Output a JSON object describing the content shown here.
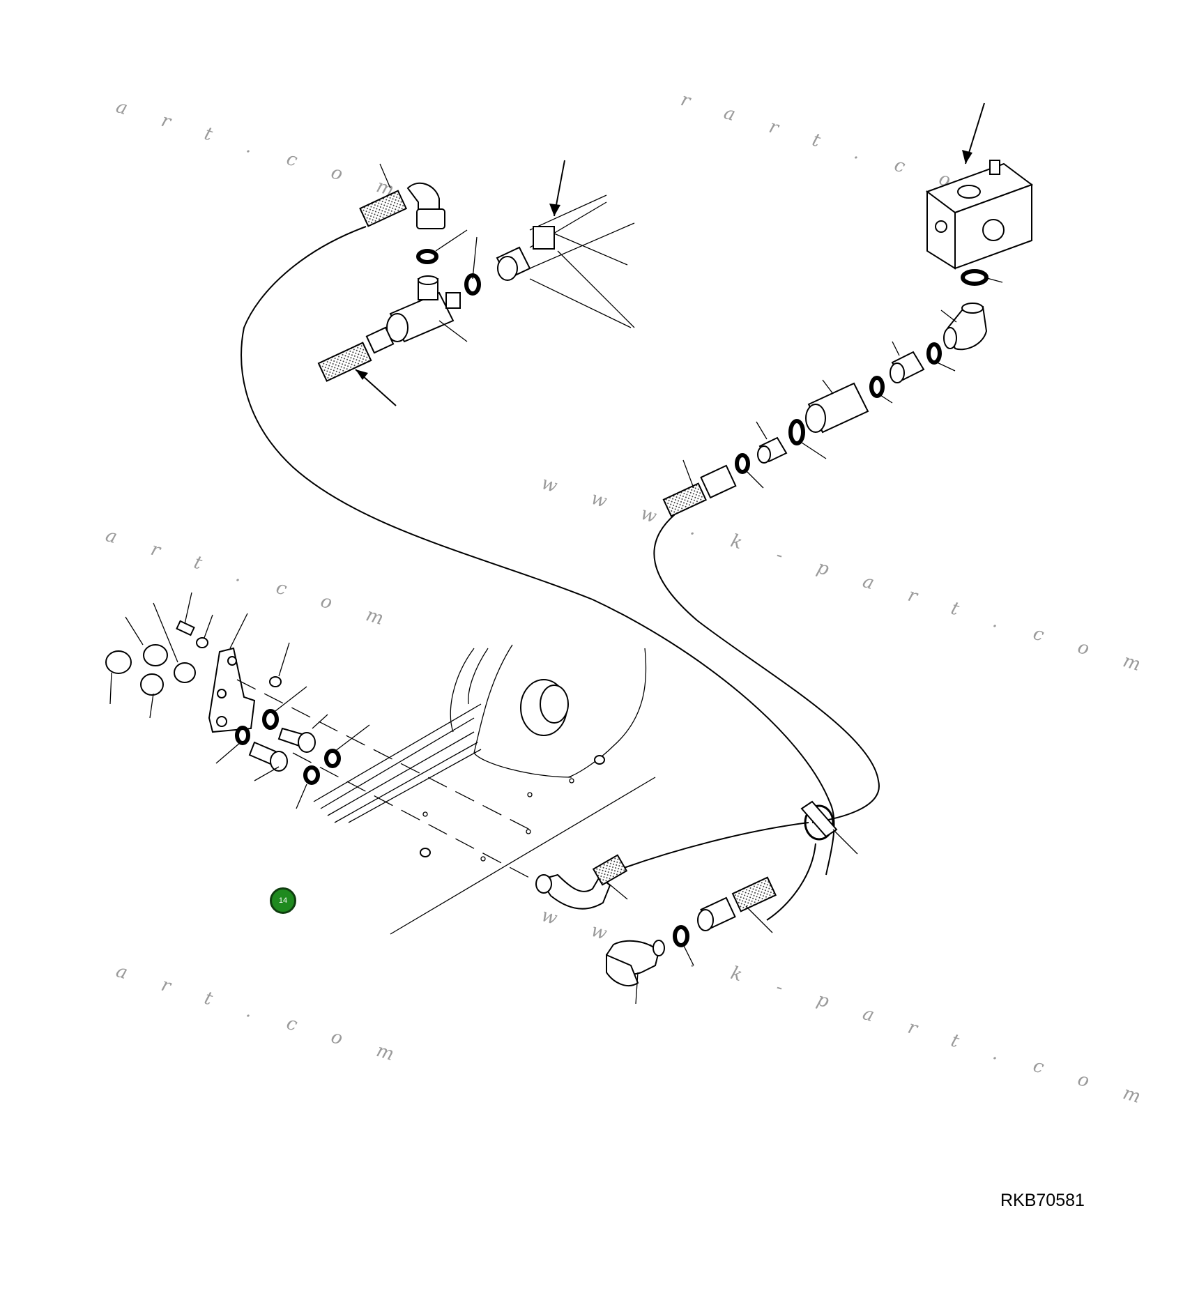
{
  "drawing": {
    "code": "RKB70581"
  },
  "watermarks": [
    "a r t . c o m",
    "r a r t . c o m",
    "w w w . k - p a r t . c o m",
    "a r t . c o m",
    "a r t . c o m",
    "w w w . k - p a r t . c o m"
  ],
  "callouts": [
    {
      "label": "14",
      "color": "#1f8a1f"
    }
  ],
  "icons": [
    "hydraulic-hose-icon",
    "o-ring-icon",
    "elbow-fitting-icon",
    "valve-block-icon",
    "tee-fitting-icon",
    "hose-clamp-icon",
    "bracket-plate-icon",
    "nut-icon",
    "bolt-icon"
  ]
}
